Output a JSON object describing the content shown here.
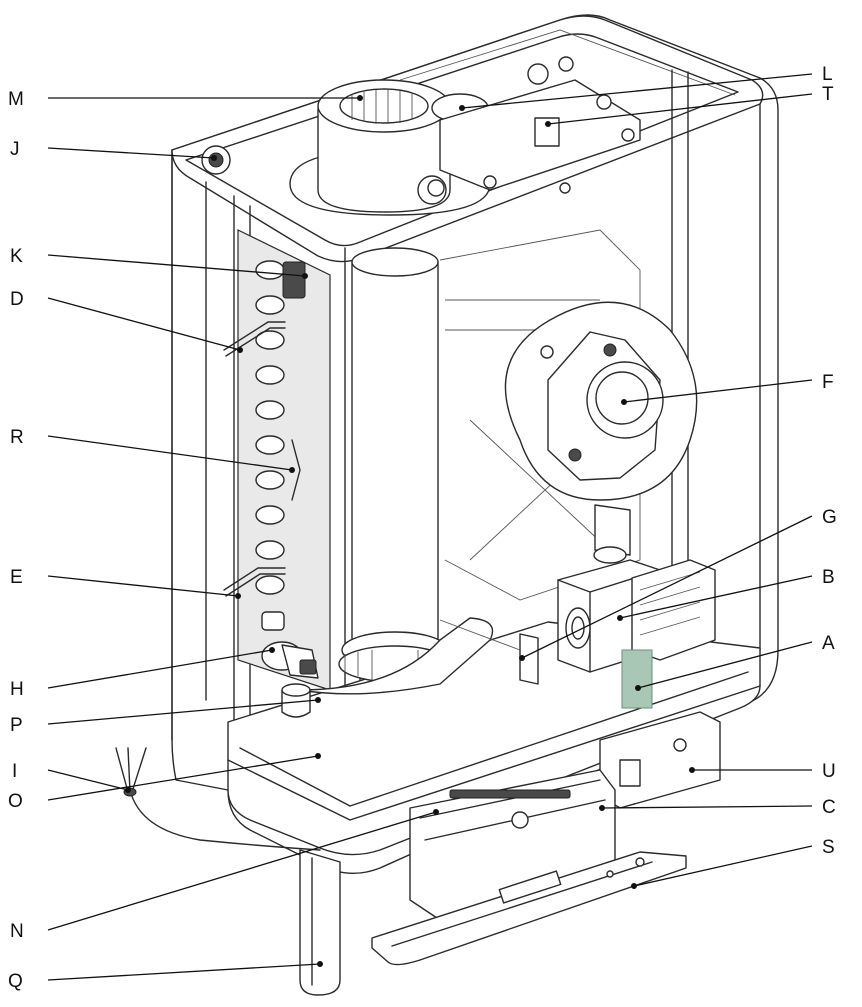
{
  "diagram": {
    "callouts": [
      {
        "id": "M",
        "label": "M"
      },
      {
        "id": "L",
        "label": "L"
      },
      {
        "id": "T",
        "label": "T"
      },
      {
        "id": "J",
        "label": "J"
      },
      {
        "id": "K",
        "label": "K"
      },
      {
        "id": "D",
        "label": "D"
      },
      {
        "id": "F",
        "label": "F"
      },
      {
        "id": "R",
        "label": "R"
      },
      {
        "id": "G",
        "label": "G"
      },
      {
        "id": "B",
        "label": "B"
      },
      {
        "id": "E",
        "label": "E"
      },
      {
        "id": "A",
        "label": "A"
      },
      {
        "id": "H",
        "label": "H"
      },
      {
        "id": "P",
        "label": "P"
      },
      {
        "id": "U",
        "label": "U"
      },
      {
        "id": "I",
        "label": "I"
      },
      {
        "id": "O",
        "label": "O"
      },
      {
        "id": "C",
        "label": "C"
      },
      {
        "id": "S",
        "label": "S"
      },
      {
        "id": "N",
        "label": "N"
      },
      {
        "id": "Q",
        "label": "Q"
      }
    ],
    "colors": {
      "line": "#111111",
      "outline": "#2a2a2a",
      "shade": "#e9e9e9",
      "highlight": "#a9c7b5"
    }
  }
}
